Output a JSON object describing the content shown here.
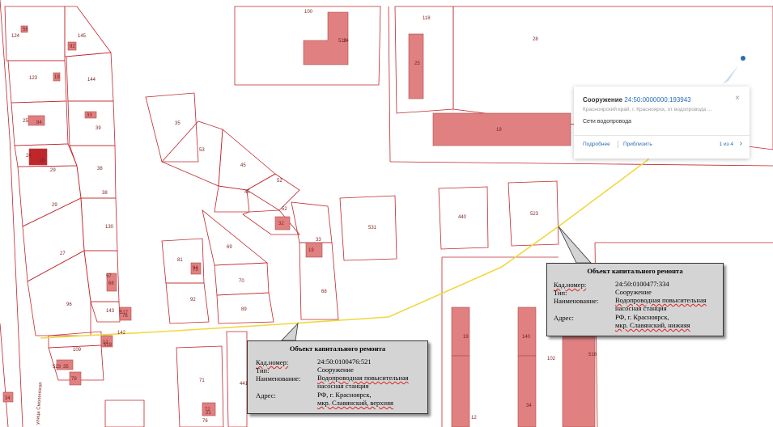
{
  "map": {
    "plots": [
      "124",
      "145",
      "123",
      "144",
      "25",
      "39",
      "24",
      "29",
      "38",
      "29",
      "38",
      "130",
      "27",
      "57",
      "96",
      "143",
      "142",
      "109",
      "35",
      "53",
      "45",
      "52",
      "45",
      "52",
      "33",
      "81",
      "69",
      "70",
      "92",
      "89",
      "68",
      "531",
      "440",
      "523",
      "100",
      "118",
      "28",
      "71",
      "76",
      "441",
      "102"
    ],
    "buildings": [
      "56",
      "92",
      "19",
      "33",
      "84",
      "18",
      "68",
      "78",
      "12",
      "35",
      "78",
      "94",
      "32",
      "19",
      "34",
      "72",
      "25",
      "24",
      "21",
      "19",
      "19",
      "140",
      "12",
      "34",
      "516",
      "518",
      "517",
      "519",
      "523",
      "73"
    ],
    "street_label": "улица Смоленская"
  },
  "popup": {
    "type_label": "Сооружение",
    "cad_number": "24:50:0000000:193943",
    "address": "Красноярский край, г. Красноярск, от водопровода ...",
    "name": "Сети водопровода",
    "more_link": "Подробнее",
    "zoom_link": "Приблизить",
    "pager": "1 из 4",
    "close_icon": "×",
    "next_icon": "›"
  },
  "info_right": {
    "title": "Объект капитального ремонта",
    "cad_key": "Кад.номер:",
    "cad_val": "24:50:0100477:334",
    "type_key": "Тип:",
    "type_val": "Сооружение",
    "name_key": "Наименование:",
    "name_val_1": "Водопроводная повысительная",
    "name_val_2": "насосная станция",
    "addr_key": "Адрес:",
    "addr_val_1": "РФ, г. Красноярск,",
    "addr_val_2": "мкр. Славянский,  нижняя"
  },
  "info_left": {
    "title": "Объект капитального ремонта",
    "cad_key": "Кад.номер:",
    "cad_val": "24:50:0100476:521",
    "type_key": "Тип:",
    "type_val": "Сооружение",
    "name_key": "Наименование:",
    "name_val_1": "Водопроводная повысительная",
    "name_val_2": "насосная станция",
    "addr_key": "Адрес:",
    "addr_val_1": "РФ, г. Красноярск,",
    "addr_val_2": "мкр. Славянский, верхняя"
  },
  "colors": {
    "plot_border": "#c0272d",
    "building_fill": "#e08080",
    "building_dark": "#c0272d",
    "pipeline": "#f0d840",
    "link": "#2a6bb5"
  }
}
